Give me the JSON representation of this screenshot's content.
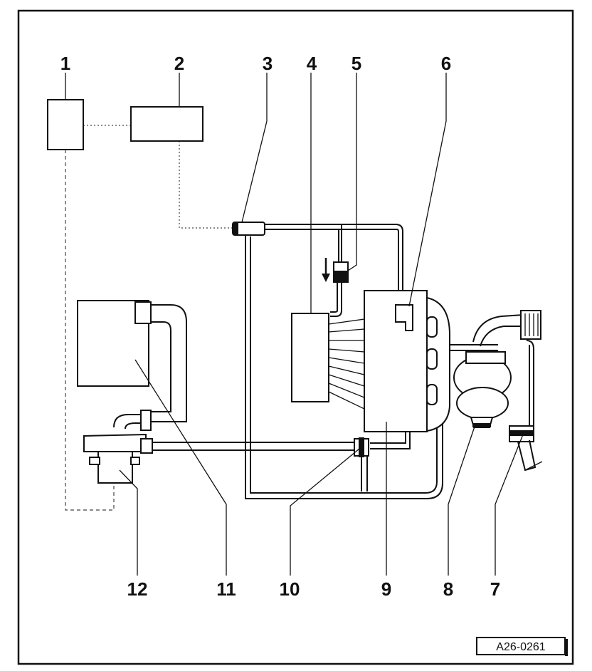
{
  "callouts": {
    "c1": "1",
    "c2": "2",
    "c3": "3",
    "c4": "4",
    "c5": "5",
    "c6": "6",
    "c7": "7",
    "c8": "8",
    "c9": "9",
    "c10": "10",
    "c11": "11",
    "c12": "12"
  },
  "reference_code": "A26-0261"
}
